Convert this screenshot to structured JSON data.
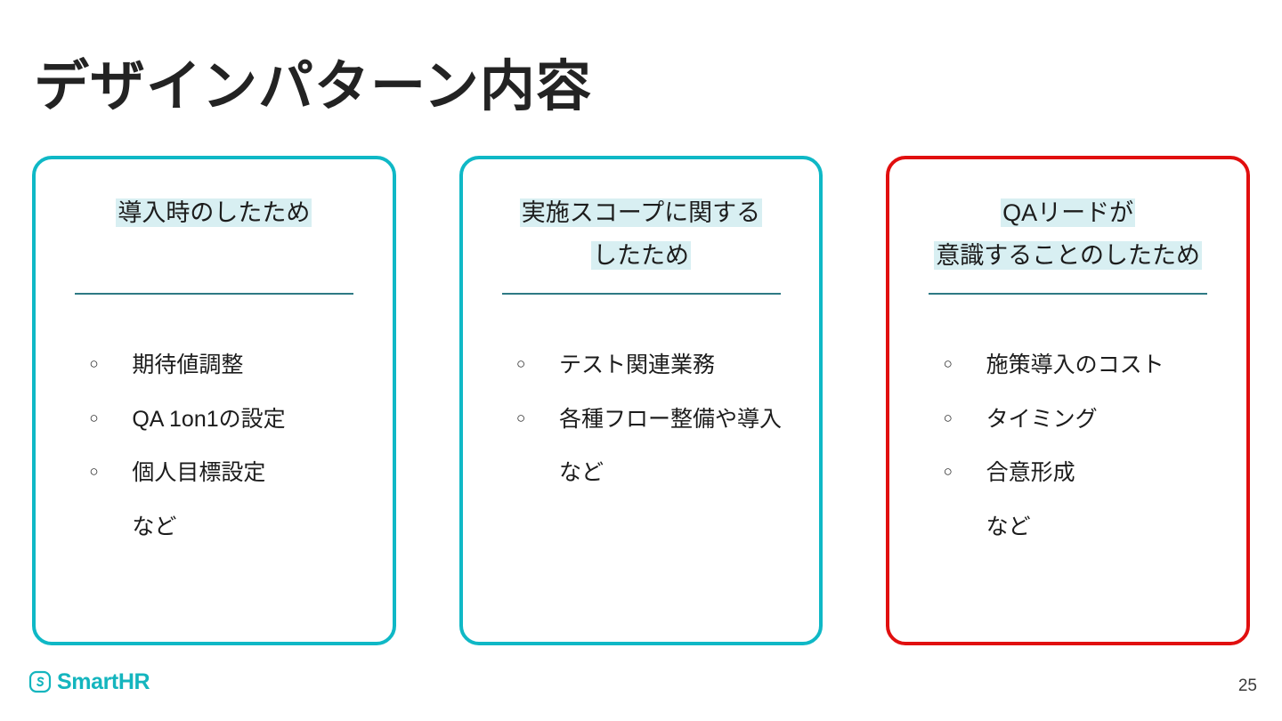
{
  "slide": {
    "title": "デザインパターン内容",
    "page_number": "25",
    "background_color": "#ffffff",
    "title_color": "#232323"
  },
  "theme": {
    "accent_cyan": "#0fb8c6",
    "accent_red": "#e10f0f",
    "highlight_bg": "#d8eff2",
    "divider_color": "#2e7a84",
    "brand_teal": "#14b5be"
  },
  "cards": [
    {
      "border_color": "#0fb8c6",
      "heading_lines": [
        "導入時のしたため"
      ],
      "items": [
        {
          "bullet": "○",
          "text": "期待値調整"
        },
        {
          "bullet": "○",
          "text": "QA 1on1の設定"
        },
        {
          "bullet": "○",
          "text": "個人目標設定"
        },
        {
          "bullet": "",
          "text": "など"
        }
      ]
    },
    {
      "border_color": "#0fb8c6",
      "heading_lines": [
        "実施スコープに関する",
        "したため"
      ],
      "items": [
        {
          "bullet": "○",
          "text": "テスト関連業務"
        },
        {
          "bullet": "○",
          "text": "各種フロー整備や導入"
        },
        {
          "bullet": "",
          "text": "など"
        }
      ]
    },
    {
      "border_color": "#e10f0f",
      "heading_lines": [
        "QAリードが",
        "意識することのしたため"
      ],
      "items": [
        {
          "bullet": "○",
          "text": "施策導入のコスト"
        },
        {
          "bullet": "○",
          "text": "タイミング"
        },
        {
          "bullet": "○",
          "text": "合意形成"
        },
        {
          "bullet": "",
          "text": "など"
        }
      ]
    }
  ],
  "footer": {
    "logo_text": "SmartHR",
    "logo_icon": "smarthr-s-mark-icon"
  }
}
